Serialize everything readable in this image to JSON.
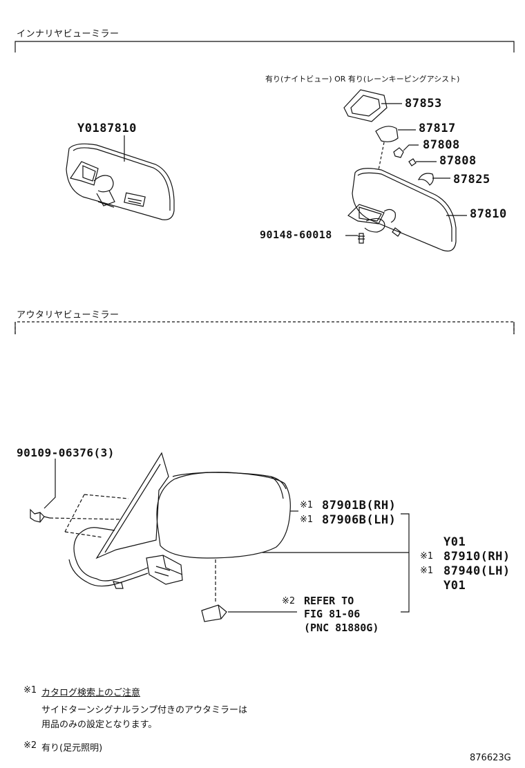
{
  "sections": {
    "inner_title": "インナリヤビューミラー",
    "outer_title": "アウタリヤビューミラー"
  },
  "inner": {
    "option_note": "有り(ナイトビュー) OR 有り(レーンキーピングアシスト)",
    "part_left": "Y0187810",
    "parts_right": [
      "87853",
      "87817",
      "87808",
      "87808",
      "87825",
      "87810"
    ],
    "bolt": "90148-60018"
  },
  "outer": {
    "screw": "90109-06376(3)",
    "mark1": "※1",
    "mark2": "※2",
    "rh_cover": "87901B(RH)",
    "lh_cover": "87906B(LH)",
    "y01_top": "Y01",
    "rh_mirror": "87910(RH)",
    "lh_mirror": "87940(LH)",
    "y01_bottom": "Y01",
    "refer_line1": "REFER TO",
    "refer_line2": "FIG 81-06",
    "refer_line3": "(PNC 81880G)"
  },
  "footnotes": {
    "n1_mark": "※1",
    "n1_title": "カタログ検索上のご注意",
    "n1_line1": "サイドターンシグナルランプ付きのアウタミラーは",
    "n1_line2": "用品のみの設定となります。",
    "n2_mark": "※2",
    "n2_text": "有り(足元照明)"
  },
  "figure_id": "876623G"
}
